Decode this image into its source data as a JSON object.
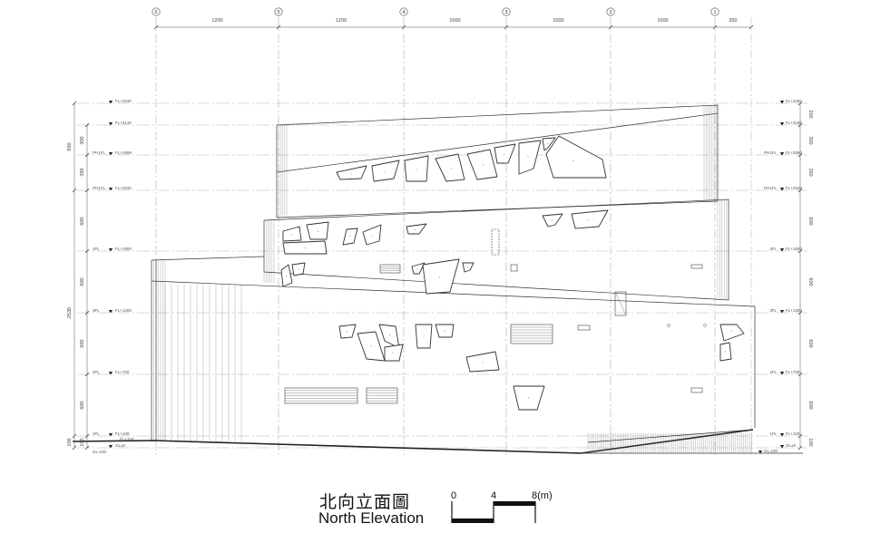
{
  "title": {
    "chinese": "北向立面圖",
    "english": "North Elevation"
  },
  "scale_bar": {
    "start": "0",
    "mid": "4",
    "end": "8(m)"
  },
  "grid_axes": [
    "6",
    "5",
    "4",
    "3",
    "2",
    "1"
  ],
  "top_dimensions": [
    "1200",
    "1200",
    "1000",
    "1000",
    "1000",
    "350"
  ],
  "levels_left": [
    {
      "label": "",
      "value": "FL+3340"
    },
    {
      "label": "",
      "value": "FL+3140"
    },
    {
      "label": "PH1FL",
      "value": "FL+2889"
    },
    {
      "label": "PH1FL",
      "value": "FL+2530"
    },
    {
      "label": "4FL",
      "value": "FL+1800"
    },
    {
      "label": "3FL",
      "value": "FL+1300"
    },
    {
      "label": "2FL",
      "value": "FL+700"
    },
    {
      "label": "1FL",
      "value": "FL+100"
    },
    {
      "label": "",
      "value": "GL±0"
    }
  ],
  "levels_right": [
    {
      "label": "",
      "value": "FL+3390"
    },
    {
      "label": "",
      "value": "FL+3190"
    },
    {
      "label": "PH1FL",
      "value": "FL+2890"
    },
    {
      "label": "PH1FL",
      "value": "FL+2530"
    },
    {
      "label": "4FL",
      "value": "FL+1800"
    },
    {
      "label": "3FL",
      "value": "FL+1300"
    },
    {
      "label": "2FL",
      "value": "FL+700"
    },
    {
      "label": "1FL",
      "value": "FL+100"
    },
    {
      "label": "",
      "value": "GL±0"
    }
  ],
  "left_outer_dims": [
    "850",
    "2530",
    "100"
  ],
  "left_inner_dims": [
    "300",
    "350",
    "600",
    "600",
    "600",
    "600",
    "100"
  ],
  "right_dims": [
    "200",
    "300",
    "350",
    "600",
    "600",
    "600",
    "600",
    "100"
  ],
  "extra_marks": {
    "left_ground_label": "GL-100",
    "left_fl_mark": "FL+100",
    "right_ground_label": "GL-100"
  }
}
